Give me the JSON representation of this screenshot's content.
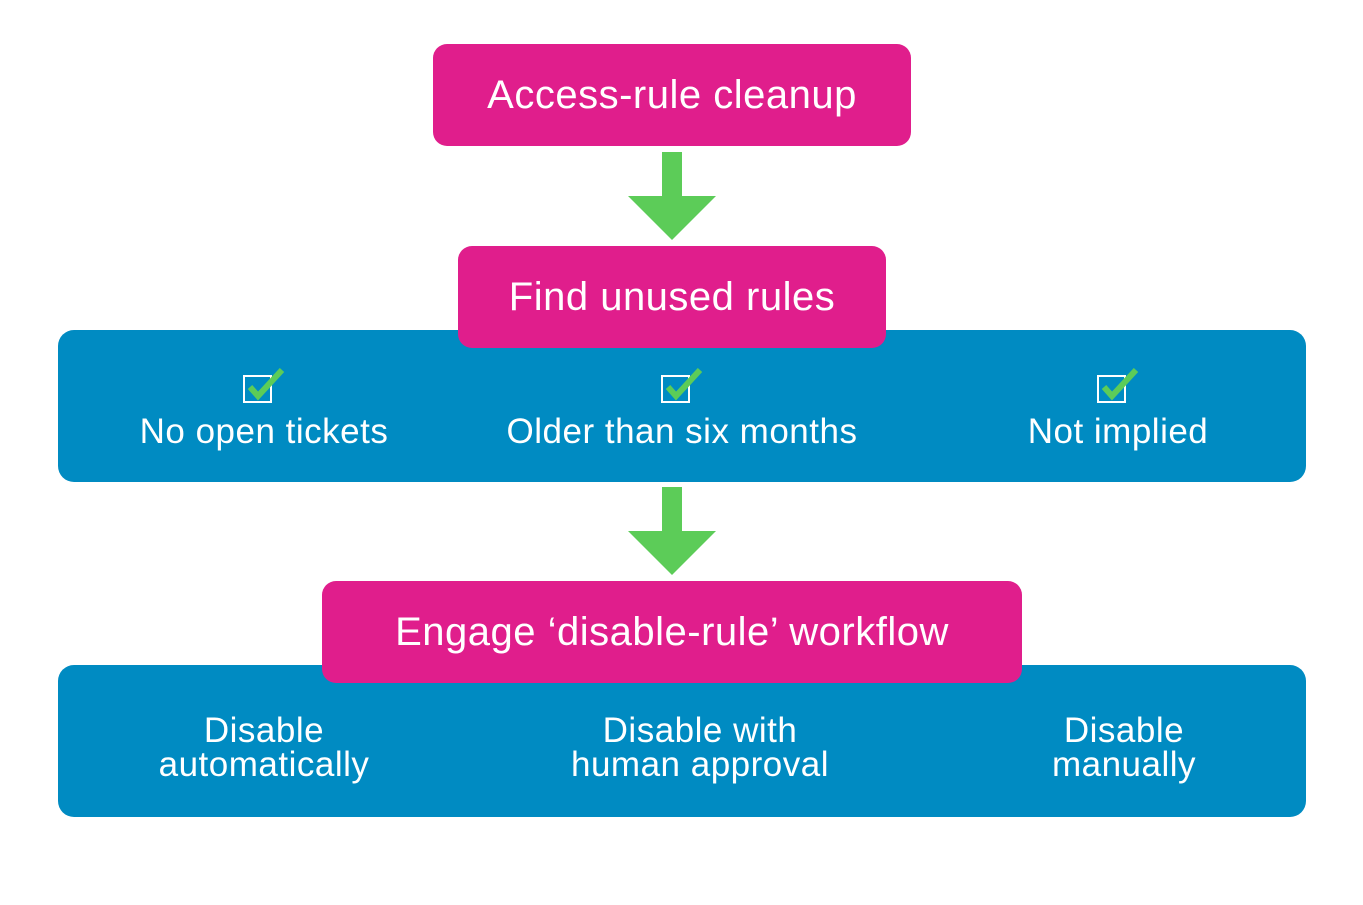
{
  "colors": {
    "step_box": "#e01e8c",
    "panel": "#008bc2",
    "arrow": "#5ccc58",
    "check": "#5ccc58",
    "text": "#ffffff"
  },
  "steps": {
    "start": "Access-rule cleanup",
    "find": "Find unused rules",
    "engage": "Engage ‘disable-rule’ workflow"
  },
  "criteria": [
    {
      "label": "No open tickets",
      "icon": "checkbox-checked-icon"
    },
    {
      "label": "Older than six months",
      "icon": "checkbox-checked-icon"
    },
    {
      "label": "Not implied",
      "icon": "checkbox-checked-icon"
    }
  ],
  "options": [
    {
      "line1": "Disable",
      "line2": "automatically"
    },
    {
      "line1": "Disable with",
      "line2": "human approval"
    },
    {
      "line1": "Disable",
      "line2": "manually"
    }
  ]
}
